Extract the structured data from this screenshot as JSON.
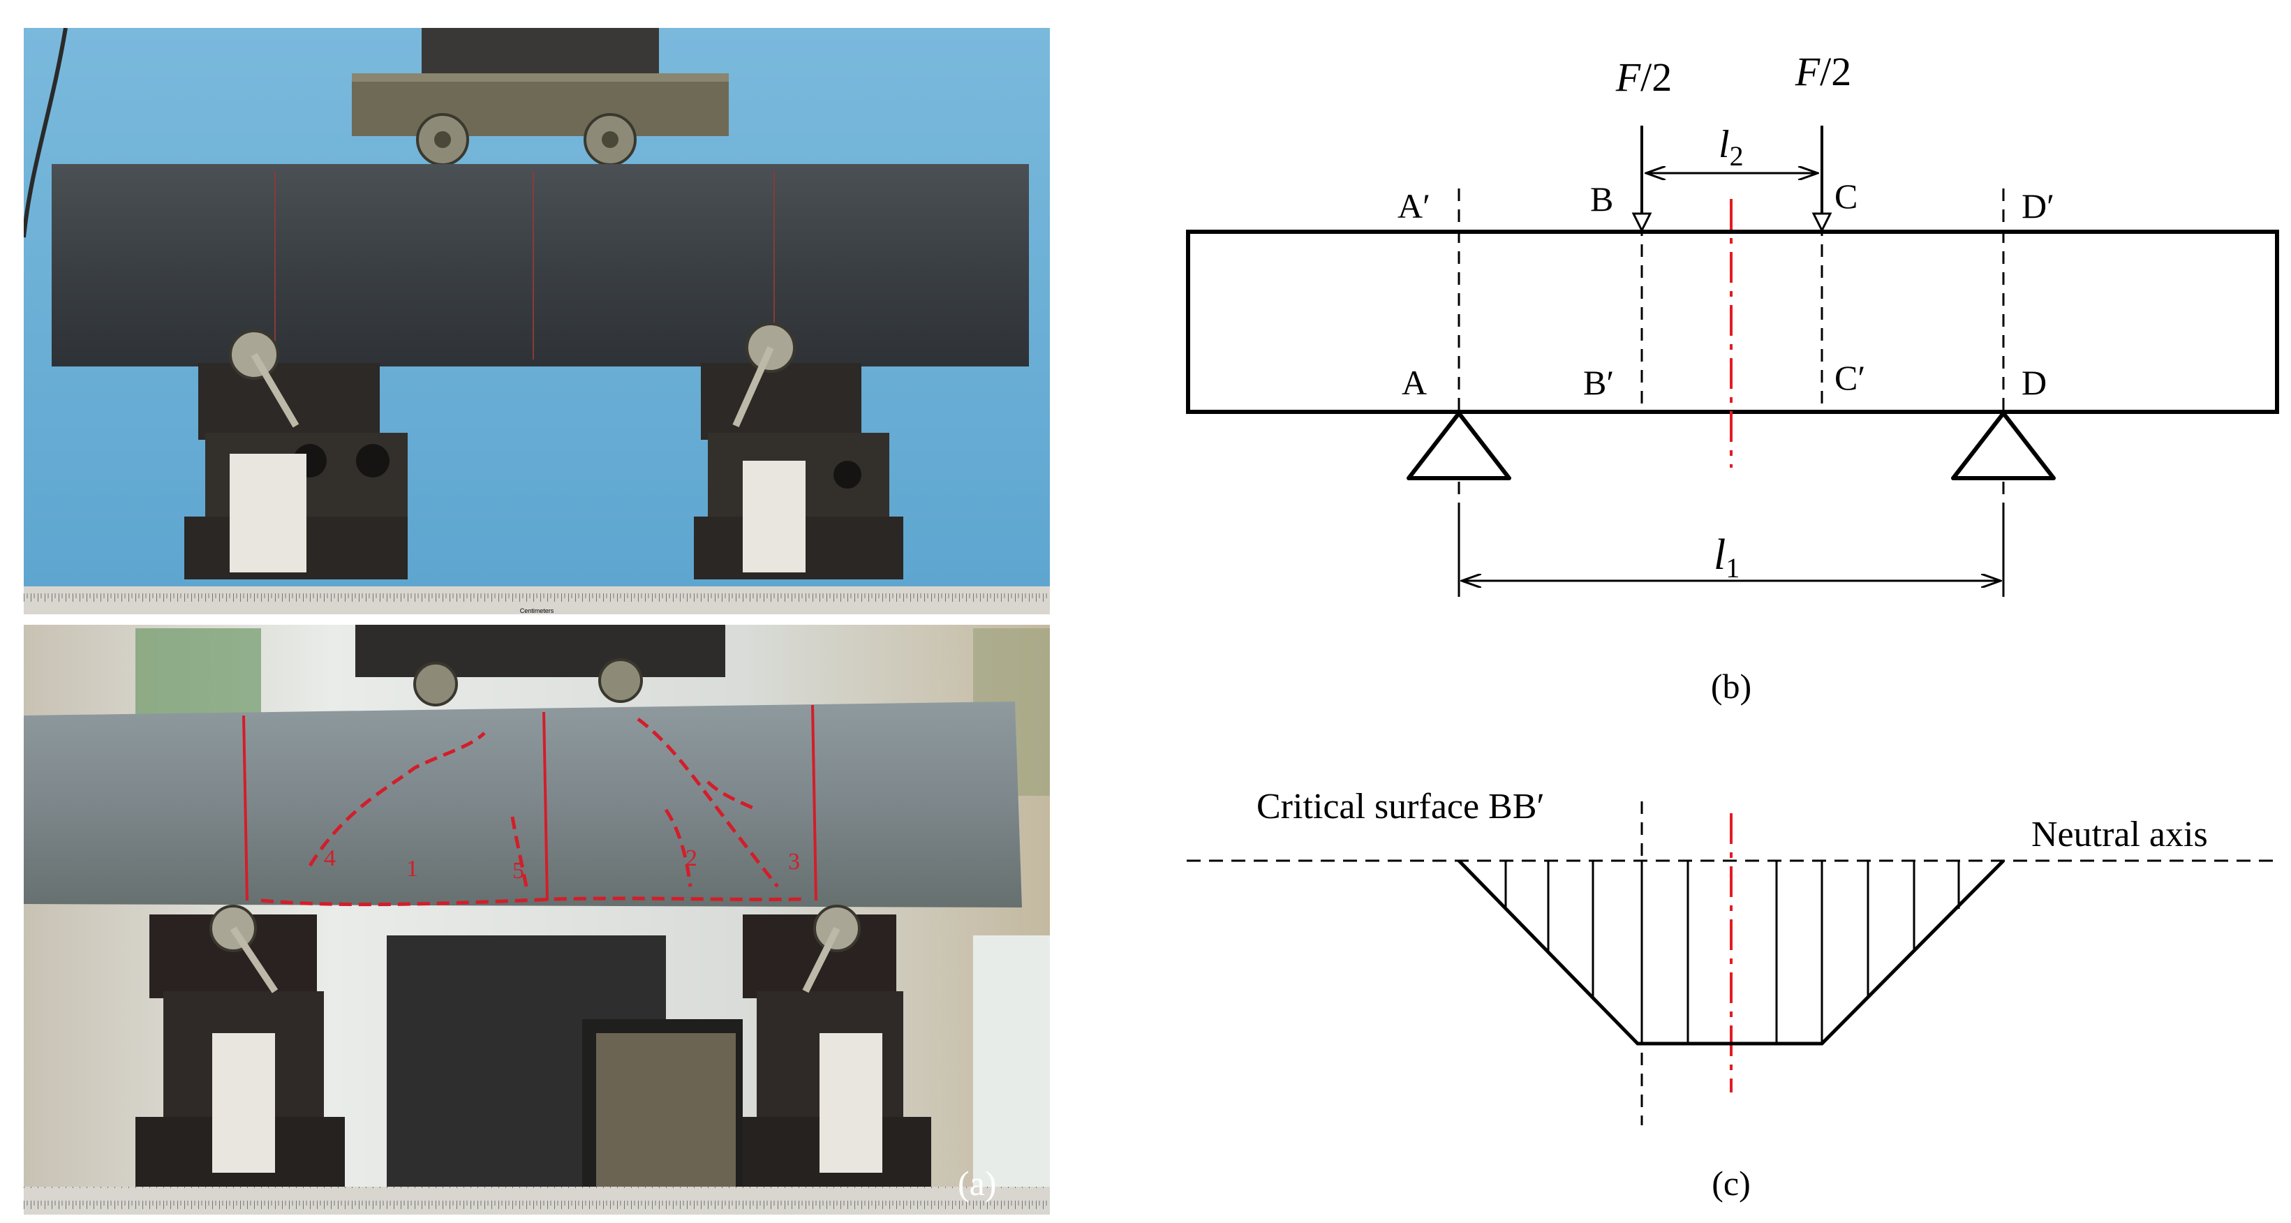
{
  "photo_a": {
    "panel_label": "(a)"
  },
  "ruler": {
    "center_label": "Centimeters"
  },
  "crack_labels": [
    "4",
    "1",
    "5",
    "2",
    "3"
  ],
  "diagram_b": {
    "load_left": {
      "var": "F",
      "rest": "/2"
    },
    "load_right": {
      "var": "F",
      "rest": "/2"
    },
    "inner_span": {
      "var": "l",
      "sub": "2"
    },
    "outer_span": {
      "var": "l",
      "sub": "1"
    },
    "points": {
      "a_prime": "A′",
      "b": "B",
      "c": "C",
      "d_prime": "D′",
      "a": "A",
      "b_prime": "B′",
      "c_prime": "C′",
      "d": "D"
    },
    "panel_label": "(b)"
  },
  "diagram_c": {
    "critical_label": "Critical surface BB′",
    "neutral_label": "Neutral axis",
    "panel_label": "(c)"
  },
  "colors": {
    "sky": "#6fb4d8",
    "steel": "#2b2a28",
    "specimen": "#3f4448",
    "crack": "#d21e2a",
    "centerline": "#e31b23"
  }
}
